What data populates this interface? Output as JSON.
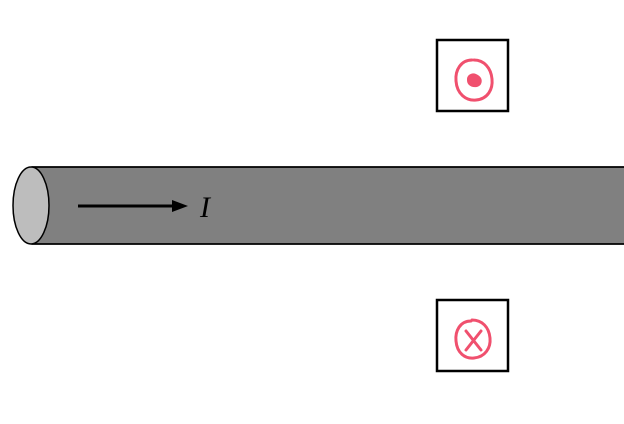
{
  "diagram": {
    "current_label": "I",
    "wire": {
      "fill_color": "#808080",
      "end_cap_color": "#bdbdbd",
      "outline_color": "#000000"
    },
    "current_arrow": {
      "color": "#000000"
    },
    "field_markers": {
      "above": {
        "symbol": "dot",
        "meaning": "out-of-page",
        "ink_color": "#f0506e"
      },
      "below": {
        "symbol": "cross",
        "meaning": "into-page",
        "ink_color": "#f0506e"
      }
    }
  }
}
